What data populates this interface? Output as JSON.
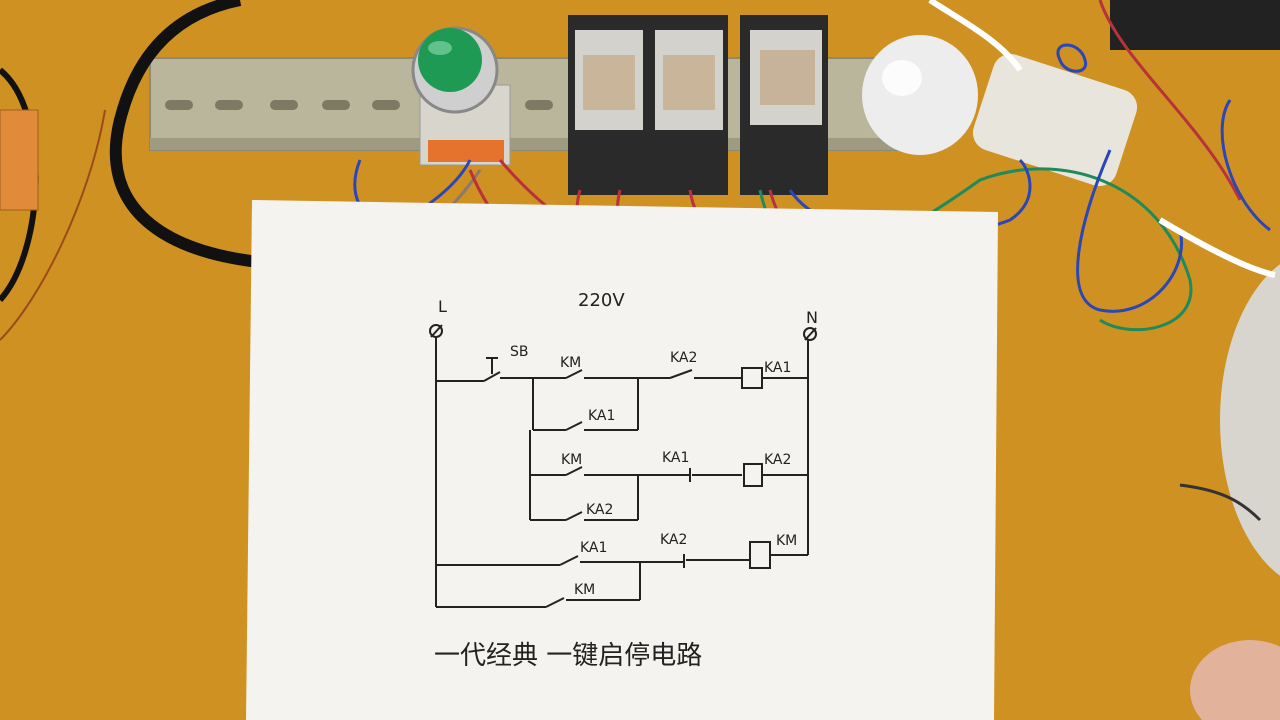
{
  "colors": {
    "desk": "#c98a1e",
    "paper": "#f4f3ef",
    "rail": "#b9b69c",
    "button_green": "#1f9a55",
    "relay_base": "#2a2a2a",
    "wire_red": "#b8323c",
    "wire_blue": "#2a46b8",
    "wire_green": "#1f8a5a",
    "ink": "#222222"
  },
  "diagram": {
    "voltage": "220V",
    "terminal_l": "L",
    "terminal_n": "N",
    "sb": "SB",
    "rung1": {
      "km": "KM",
      "ka2": "KA2",
      "coil": "KA1",
      "hold": "KA1"
    },
    "rung2": {
      "km": "KM",
      "ka1": "KA1",
      "coil": "KA2",
      "hold": "KA2"
    },
    "rung3": {
      "ka1": "KA1",
      "ka2": "KA2",
      "coil": "KM",
      "hold": "KM"
    },
    "caption": "一代经典 一键启停电路"
  }
}
